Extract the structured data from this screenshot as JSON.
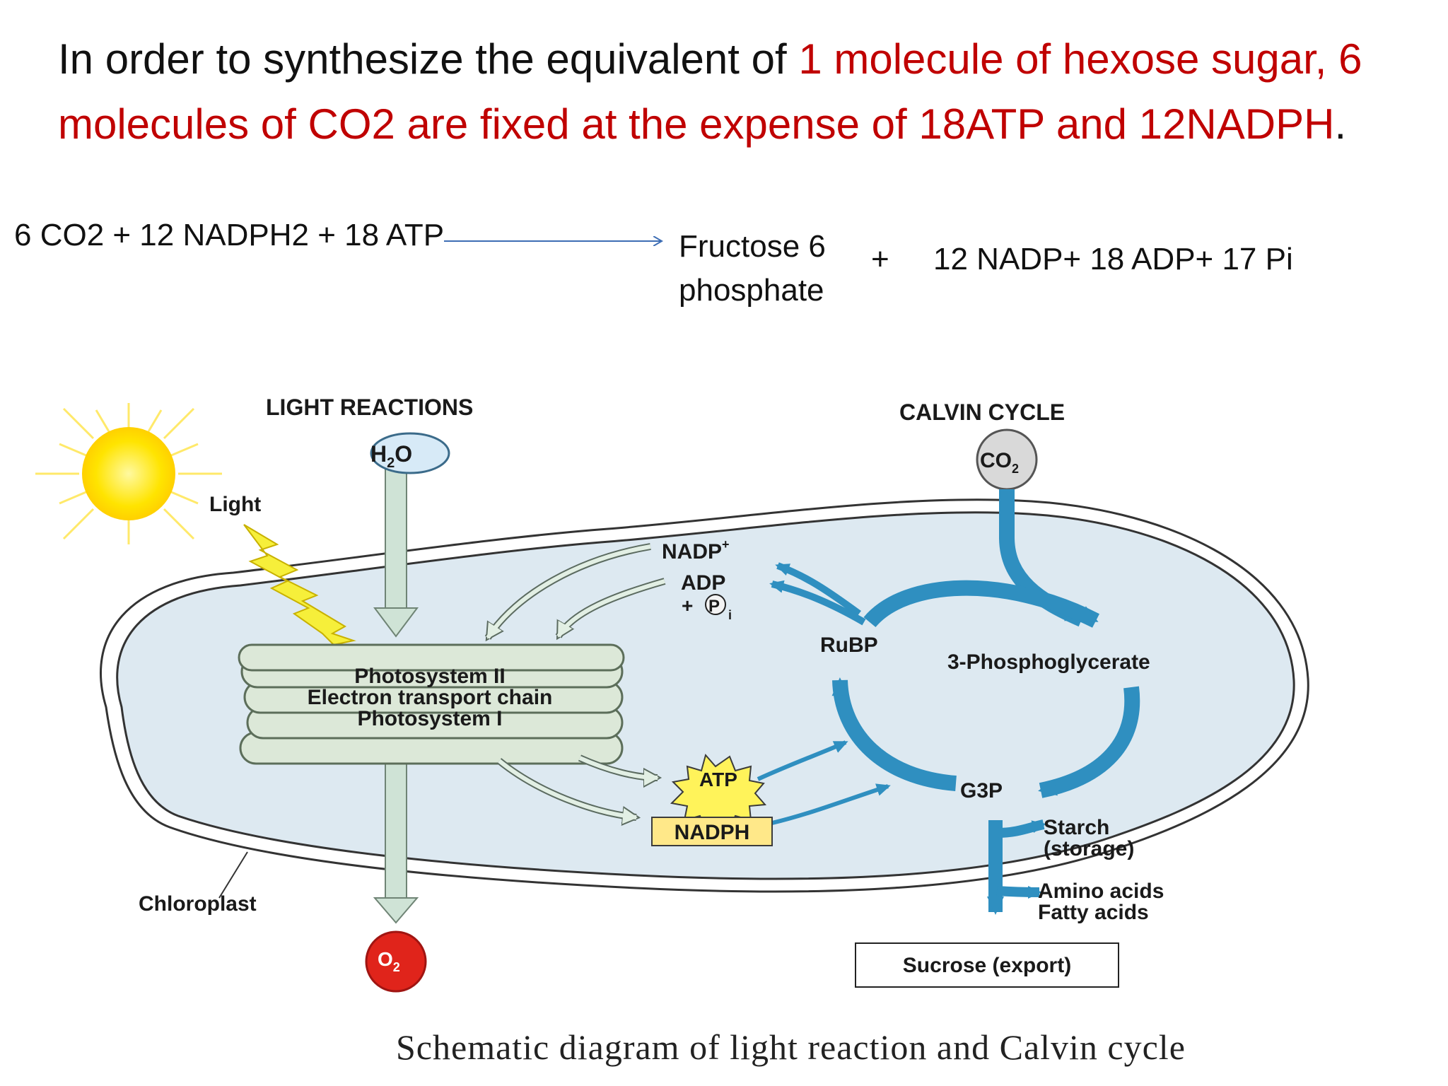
{
  "headline": {
    "intro": "In order to synthesize the equivalent of ",
    "highlight": "1 molecule of hexose sugar, 6 molecules of CO2 are fixed at the expense of 18ATP and 12NADPH",
    "end": "."
  },
  "equation": {
    "reactants": "6 CO2 + 12 NADPH2 + 18 ATP",
    "product1_line1": "Fructose 6",
    "product1_line2": "phosphate",
    "plus": "+",
    "product2": "12 NADP+ 18 ADP+ 17 Pi"
  },
  "diagram": {
    "light_reactions": "LIGHT REACTIONS",
    "calvin_cycle": "CALVIN CYCLE",
    "h2o": "H",
    "h2o_sub": "2",
    "h2o_end": "O",
    "co2": "CO",
    "co2_sub": "2",
    "o2": "O",
    "o2_sub": "2",
    "light": "Light",
    "chloroplast": "Chloroplast",
    "thylakoid_lines": [
      "Photosystem II",
      "Electron transport chain",
      "Photosystem I"
    ],
    "nadp_plus": "NADP",
    "nadp_sup": "+",
    "adp": "ADP",
    "pi_plus": "+",
    "pi_circle": "P",
    "pi_sub": "i",
    "atp": "ATP",
    "nadph": "NADPH",
    "rubp": "RuBP",
    "pga": "3-Phosphoglycerate",
    "g3p": "G3P",
    "starch_1": "Starch",
    "starch_2": "(storage)",
    "amino": "Amino acids",
    "fatty": "Fatty acids",
    "sucrose": "Sucrose (export)"
  },
  "caption": "Schematic diagram of light reaction and Calvin cycle",
  "colors": {
    "highlight_red": "#c00000",
    "calvin_blue": "#2f8fc0",
    "stroma": "#dde9f1",
    "light_arrow_green": "#cfe3d6",
    "atp_yellow": "#fff35a",
    "o2_red": "#e0241b"
  }
}
